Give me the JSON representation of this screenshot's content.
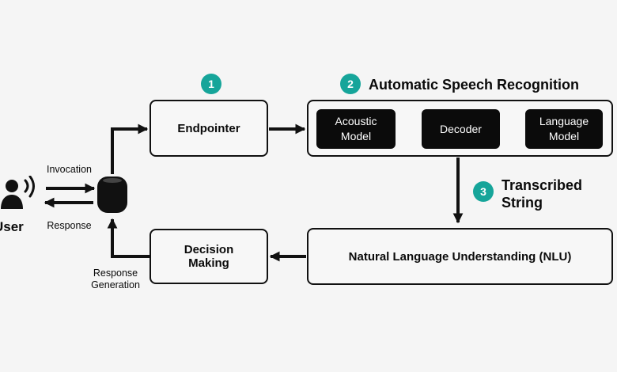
{
  "colors": {
    "badge": "#16a59a",
    "stroke": "#111111",
    "dark_box": "#0b0b0b",
    "background": "#f5f5f5"
  },
  "icons": {
    "user": "user-speaking-icon",
    "speaker": "smart-speaker-icon"
  },
  "user": {
    "label": "User"
  },
  "flow": {
    "invocation": "Invocation",
    "response": "Response",
    "response_generation": "Response\nGeneration"
  },
  "endpointer": {
    "badge": "1",
    "label": "Endpointer"
  },
  "asr": {
    "badge": "2",
    "title": "Automatic Speech Recognition",
    "acoustic_model": "Acoustic\nModel",
    "decoder": "Decoder",
    "language_model": "Language\nModel"
  },
  "transcribed": {
    "badge": "3",
    "label": "Transcribed\nString"
  },
  "nlu": {
    "label": "Natural Language Understanding (NLU)"
  },
  "decision": {
    "label": "Decision\nMaking"
  }
}
